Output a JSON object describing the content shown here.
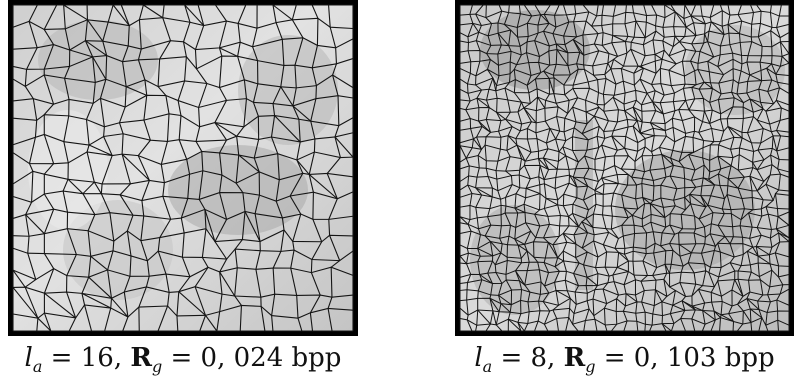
{
  "figures": [
    {
      "id": "left",
      "caption": {
        "var": "l",
        "var_sub": "a",
        "var_eq": " = 16, ",
        "rate": "R",
        "rate_sub": "g",
        "rate_eq": " = 0, 024 bpp"
      }
    },
    {
      "id": "right",
      "caption": {
        "var": "l",
        "var_sub": "a",
        "var_eq": " = 8, ",
        "rate": "R",
        "rate_sub": "g",
        "rate_eq": " = 0, 103 bpp"
      }
    }
  ],
  "colors": {
    "border": "#000000",
    "mesh": "#151515",
    "background_light": "#d9d9d9",
    "background_mid": "#b8b8b8",
    "background_dark": "#9a9a9a"
  }
}
